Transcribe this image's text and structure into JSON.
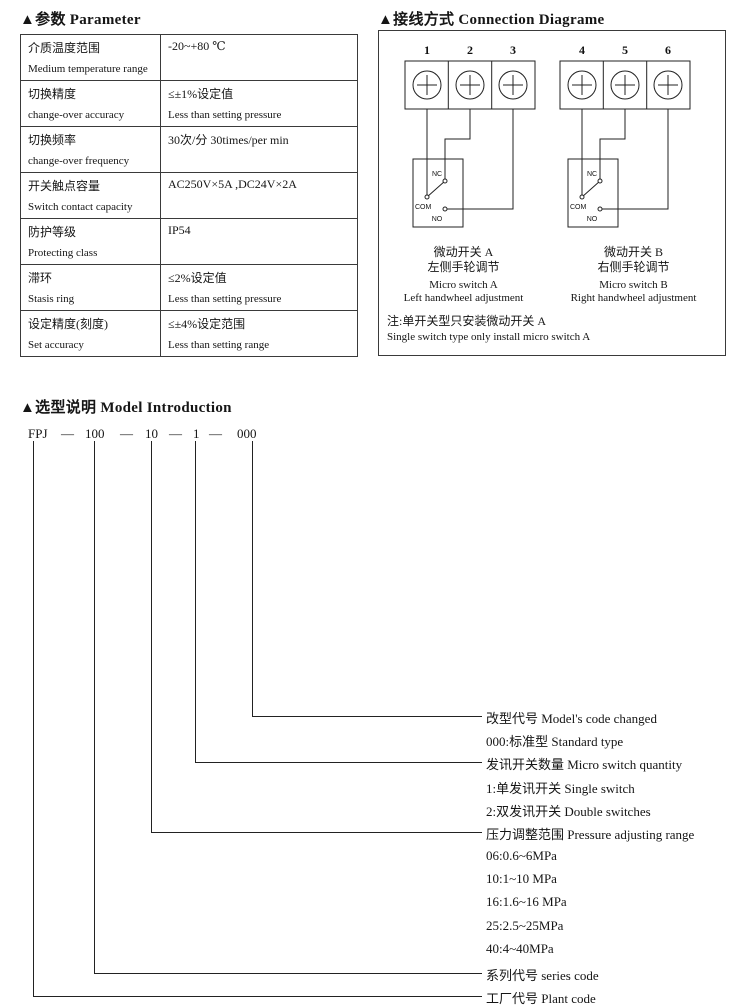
{
  "parameter": {
    "title": "▲参数  Parameter",
    "rows": [
      {
        "label_cn": "介质温度范围",
        "label_en": "Medium temperature range",
        "value_cn": "-20~+80 ℃",
        "value_en": ""
      },
      {
        "label_cn": "切换精度",
        "label_en": "change-over accuracy",
        "value_cn": "≤±1%设定值",
        "value_en": "Less than setting pressure"
      },
      {
        "label_cn": "切换频率",
        "label_en": "change-over frequency",
        "value_cn": "30次/分   30times/per min",
        "value_en": ""
      },
      {
        "label_cn": "开关触点容量",
        "label_en": "Switch contact capacity",
        "value_cn": "AC250V×5A ,DC24V×2A",
        "value_en": ""
      },
      {
        "label_cn": "防护等级",
        "label_en": "Protecting class",
        "value_cn": "IP54",
        "value_en": ""
      },
      {
        "label_cn": "滞环",
        "label_en": "Stasis ring",
        "value_cn": "≤2%设定值",
        "value_en": "Less than setting pressure"
      },
      {
        "label_cn": "设定精度(刻度)",
        "label_en": "Set accuracy",
        "value_cn": "≤±4%设定范围",
        "value_en": "Less than setting range"
      }
    ]
  },
  "connection": {
    "title": "▲接线方式  Connection  Diagrame",
    "terminals": [
      "1",
      "2",
      "3",
      "4",
      "5",
      "6"
    ],
    "contact_nc": "NC",
    "contact_com": "COM",
    "contact_no": "NO",
    "switch_a": {
      "cn1": "微动开关 A",
      "cn2": "左侧手轮调节",
      "en1": "Micro switch A",
      "en2": "Left handwheel adjustment"
    },
    "switch_b": {
      "cn1": "微动开关 B",
      "cn2": "右侧手轮调节",
      "en1": "Micro switch B",
      "en2": "Right handwheel adjustment"
    },
    "note_cn": "注:单开关型只安装微动开关 A",
    "note_en": "Single switch type only install micro switch A"
  },
  "model": {
    "title": "▲选型说明  Model Introduction",
    "code_parts": [
      "FPJ",
      "—",
      "100",
      "—",
      "10",
      "—",
      "1",
      "—",
      "000"
    ],
    "changed_label": "改型代号 Model's code changed",
    "changed_sub": "000:标准型 Standard type",
    "qty_label": "发讯开关数量 Micro switch quantity",
    "qty_sub1": "1:单发讯开关 Single switch",
    "qty_sub2": "2:双发讯开关 Double switches",
    "range_label": "压力调整范围 Pressure adjusting range",
    "range_sub1": "06:0.6~6MPa",
    "range_sub2": "10:1~10 MPa",
    "range_sub3": "16:1.6~16 MPa",
    "range_sub4": "25:2.5~25MPa",
    "range_sub5": "40:4~40MPa",
    "series_label": "系列代号 series code",
    "plant_label": "工厂代号 Plant code"
  }
}
